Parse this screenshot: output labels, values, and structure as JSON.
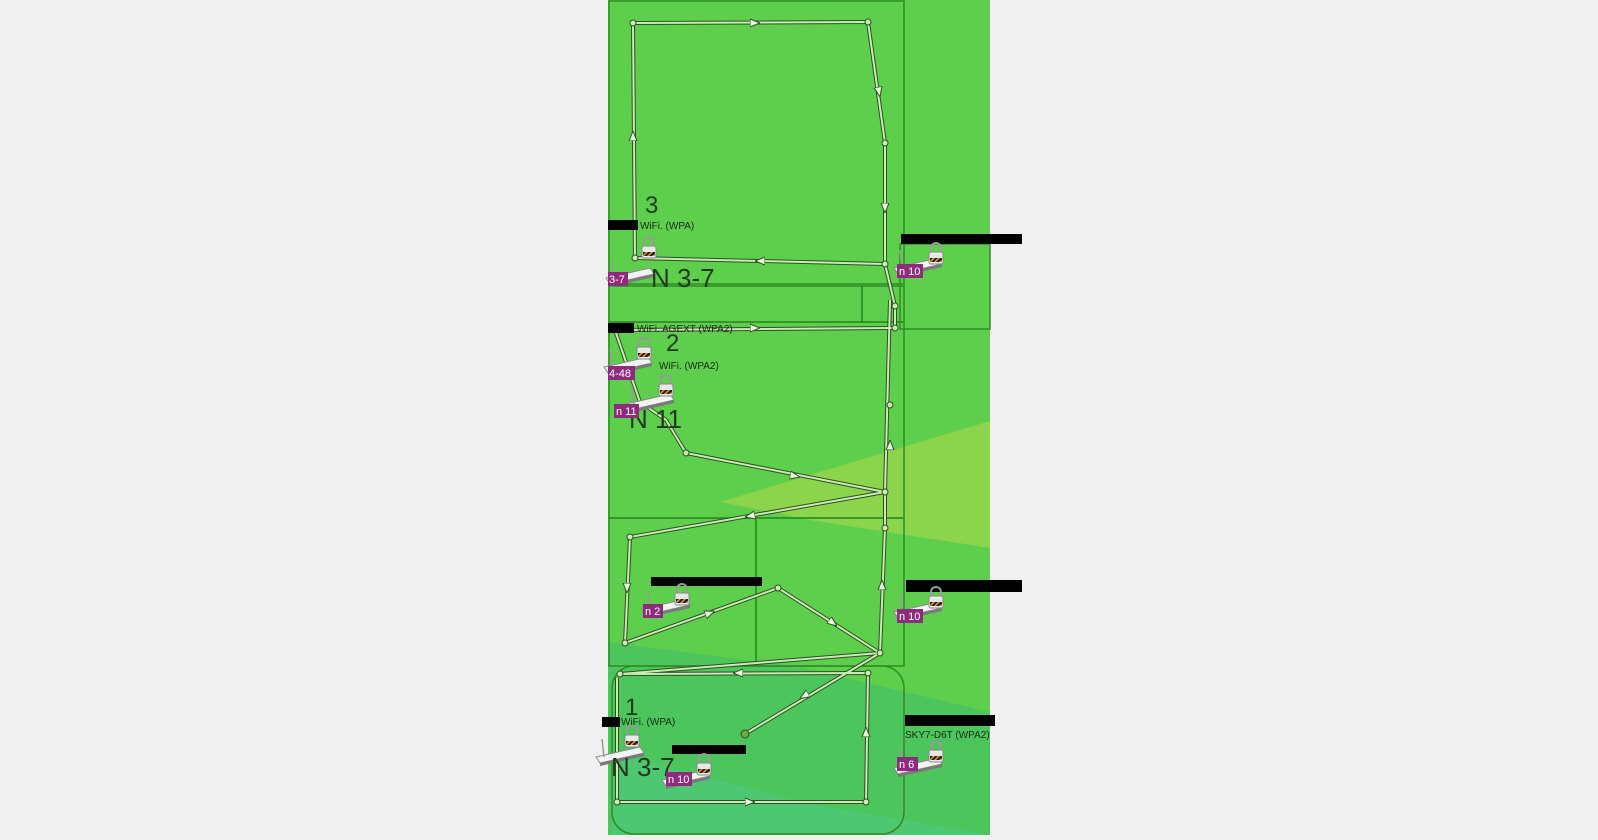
{
  "colors": {
    "page_bg": "#f0f0f0",
    "floor_green": "#5ecf4c",
    "zone_green": "#4bc55c",
    "light_zone": "#8cd44b",
    "room_line": "#2f8d23",
    "path_line": "#2e4f24",
    "path_fill": "#b8e6a4",
    "badge": "#8e2b7c",
    "redact": "#000000"
  },
  "floors": {
    "f3": "3",
    "f2": "2",
    "f1": "1"
  },
  "zones": {
    "z1": "N 3-7",
    "z2": "N 11",
    "z3": "N 3-7"
  },
  "networks": {
    "n1": "WiFi. (WPA)",
    "n2": "WiFi. AGEXT (WPA2)",
    "n3": "WiFi. (WPA2)",
    "n4": "WiFi. (WPA)",
    "n5": "SKY7-D6T (WPA2)"
  },
  "badges": {
    "b1": "3-7",
    "b2": "4-48",
    "b3": "n 11",
    "b4": "n 10",
    "b5": "n 2",
    "b6": "n 10",
    "b7": "n 10",
    "b8": "n 6"
  },
  "icons": {
    "router": "router-icon",
    "lock": "lock-icon"
  }
}
